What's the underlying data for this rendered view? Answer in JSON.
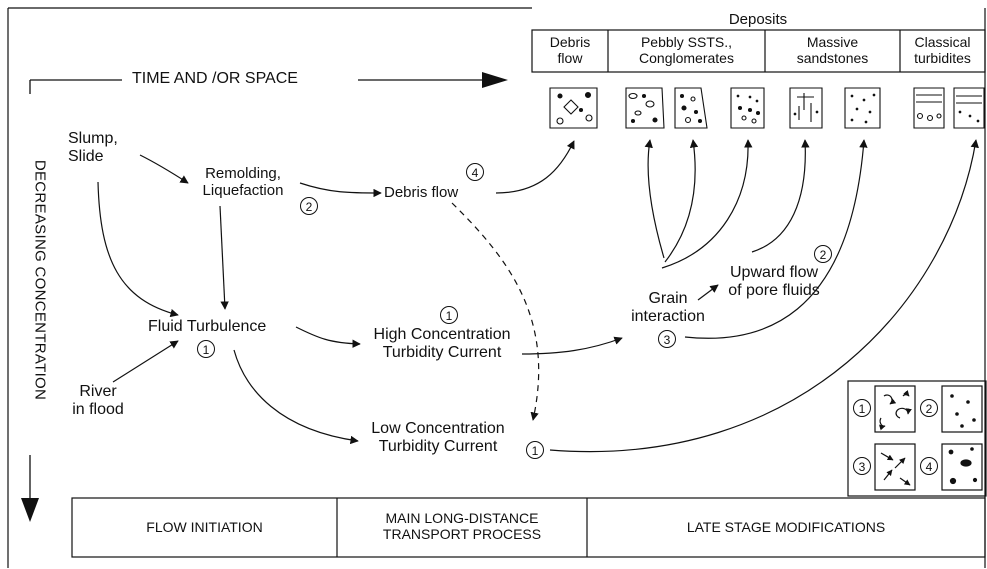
{
  "header": {
    "deposits_title": "Deposits",
    "time_space_label": "TIME AND /OR SPACE",
    "decreasing_label": "DECREASING CONCENTRATION"
  },
  "deposit_columns": [
    {
      "line1": "Debris",
      "line2": "flow"
    },
    {
      "line1": "Pebbly SSTS.,",
      "line2": "Conglomerates"
    },
    {
      "line1": "Massive",
      "line2": "sandstones"
    },
    {
      "line1": "Classical",
      "line2": "turbidites"
    }
  ],
  "nodes": {
    "slump_line1": "Slump,",
    "slump_line2": "Slide",
    "remolding_line1": "Remolding,",
    "remolding_line2": "Liquefaction",
    "debris_flow": "Debris flow",
    "fluid_turbulence": "Fluid Turbulence",
    "river_line1": "River",
    "river_line2": "in flood",
    "high_line1": "High Concentration",
    "high_line2": "Turbidity Current",
    "low_line1": "Low Concentration",
    "low_line2": "Turbidity Current",
    "grain_line1": "Grain",
    "grain_line2": "interaction",
    "upward_line1": "Upward flow",
    "upward_line2": "of pore fluids"
  },
  "markers": {
    "m1": "1",
    "m2": "2",
    "m3": "3",
    "m4": "4"
  },
  "bottom_table": {
    "col1": "FLOW INITIATION",
    "col2_line1": "MAIN LONG-DISTANCE",
    "col2_line2": "TRANSPORT PROCESS",
    "col3": "LATE STAGE MODIFICATIONS"
  }
}
